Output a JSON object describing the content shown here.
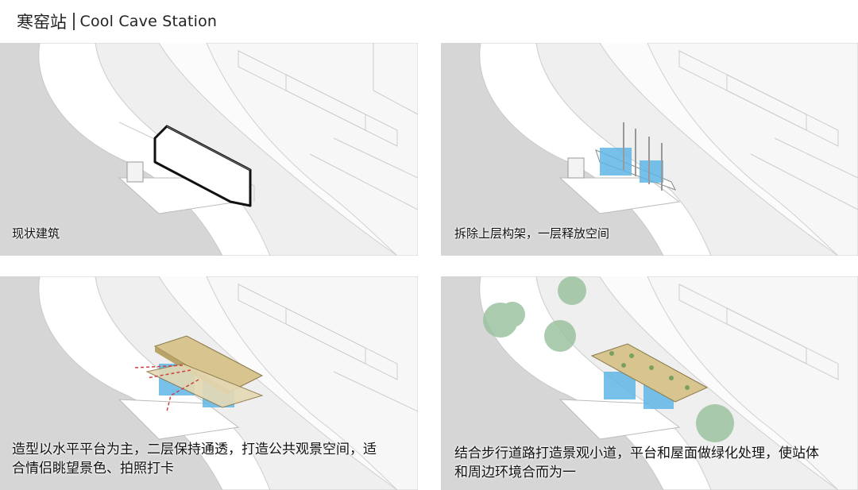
{
  "header": {
    "title_cn": "寒窑站",
    "title_en": "Cool Cave Station"
  },
  "panels": [
    {
      "id": "p1",
      "caption": "现状建筑"
    },
    {
      "id": "p2",
      "caption": "拆除上层构架，一层释放空间"
    },
    {
      "id": "p3",
      "caption_line1": "造型以水平平台为主，二层保持通透，打造公共观景空间，适",
      "caption_line2": "合情侣眺望景色、拍照打卡"
    },
    {
      "id": "p4",
      "caption_line1": "结合步行道路打造景观小道，平台和屋面做绿化处理，使站体",
      "caption_line2": "和周边环境合而为一"
    }
  ],
  "colors": {
    "ground": "#d6d6d6",
    "road": "#ffffff",
    "outline": "#bdbdbd",
    "roof": "#d8c48e",
    "glass": "#5fb6e6",
    "arrow": "#d04040",
    "tree": "#9cc2a0"
  }
}
